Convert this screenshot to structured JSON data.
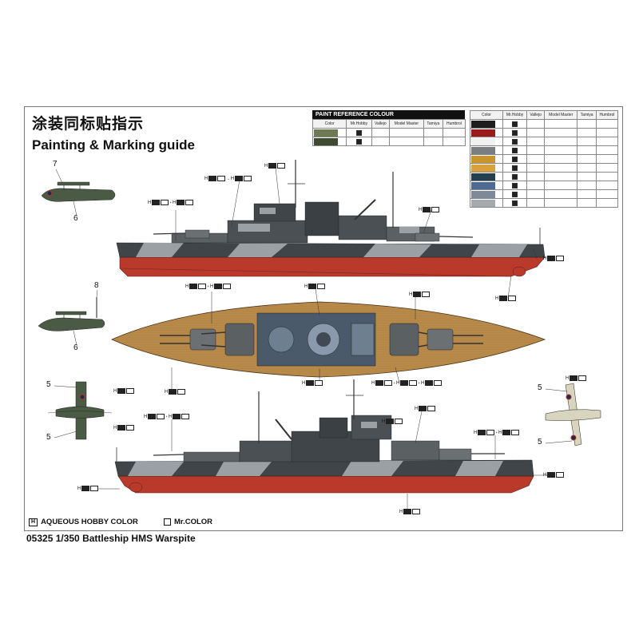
{
  "header": {
    "title_cn": "涂装同标贴指示",
    "title_en": "Painting & Marking guide"
  },
  "paint_table_left": {
    "title": "PAINT REFERENCE COLOUR",
    "columns": [
      "Color",
      "Mr.Hobby",
      "Vallejo",
      "Model Master",
      "Tamiya",
      "Humbrol"
    ],
    "rows": [
      {
        "color": "#6f7a55",
        "codes": [
          "",
          "",
          "",
          "",
          ""
        ]
      },
      {
        "color": "#3e4a32",
        "codes": [
          "",
          "",
          "",
          "",
          ""
        ]
      }
    ]
  },
  "paint_table_right": {
    "columns": [
      "Color",
      "Mr.Hobby",
      "Vallejo",
      "Model Master",
      "Tamiya",
      "Humbrol"
    ],
    "rows": [
      {
        "color": "#1e1e1e",
        "codes": [
          "",
          "",
          "",
          "",
          ""
        ]
      },
      {
        "color": "#9b1b1b",
        "codes": [
          "",
          "",
          "",
          "",
          ""
        ]
      },
      {
        "color": "#f1f1f1",
        "codes": [
          "",
          "",
          "",
          "",
          ""
        ]
      },
      {
        "color": "#7b7d80",
        "codes": [
          "",
          "",
          "",
          "",
          ""
        ]
      },
      {
        "color": "#c8952c",
        "codes": [
          "",
          "",
          "",
          "",
          ""
        ]
      },
      {
        "color": "#d8a13a",
        "codes": [
          "",
          "",
          "",
          "",
          ""
        ]
      },
      {
        "color": "#24404f",
        "codes": [
          "",
          "",
          "",
          "",
          ""
        ]
      },
      {
        "color": "#4d6a93",
        "codes": [
          "",
          "",
          "",
          "",
          ""
        ]
      },
      {
        "color": "#7e8a99",
        "codes": [
          "",
          "",
          "",
          "",
          ""
        ]
      },
      {
        "color": "#a5a9ad",
        "codes": [
          "",
          "",
          "",
          "",
          ""
        ]
      }
    ]
  },
  "part_numbers": {
    "n7": "7",
    "n6a": "6",
    "n8": "8",
    "n6b": "6",
    "n5a": "5",
    "n5b": "5",
    "n5c": "5",
    "n5d": "5"
  },
  "legend": {
    "aqueous_symbol": "H",
    "aqueous_label": "AQUEOUS HOBBY COLOR",
    "mr_label": "Mr.COLOR"
  },
  "footer": {
    "text": "05325  1/350  Battleship HMS Warspite"
  },
  "colors": {
    "hull_red": "#b93a2b",
    "hull_dark": "#3f4549",
    "camo_light": "#9aa0a3",
    "deck_wood": "#b88a4a",
    "deck_grey": "#5b6063",
    "plane_green": "#4a5a44",
    "plane_cream": "#d8d4bd"
  }
}
